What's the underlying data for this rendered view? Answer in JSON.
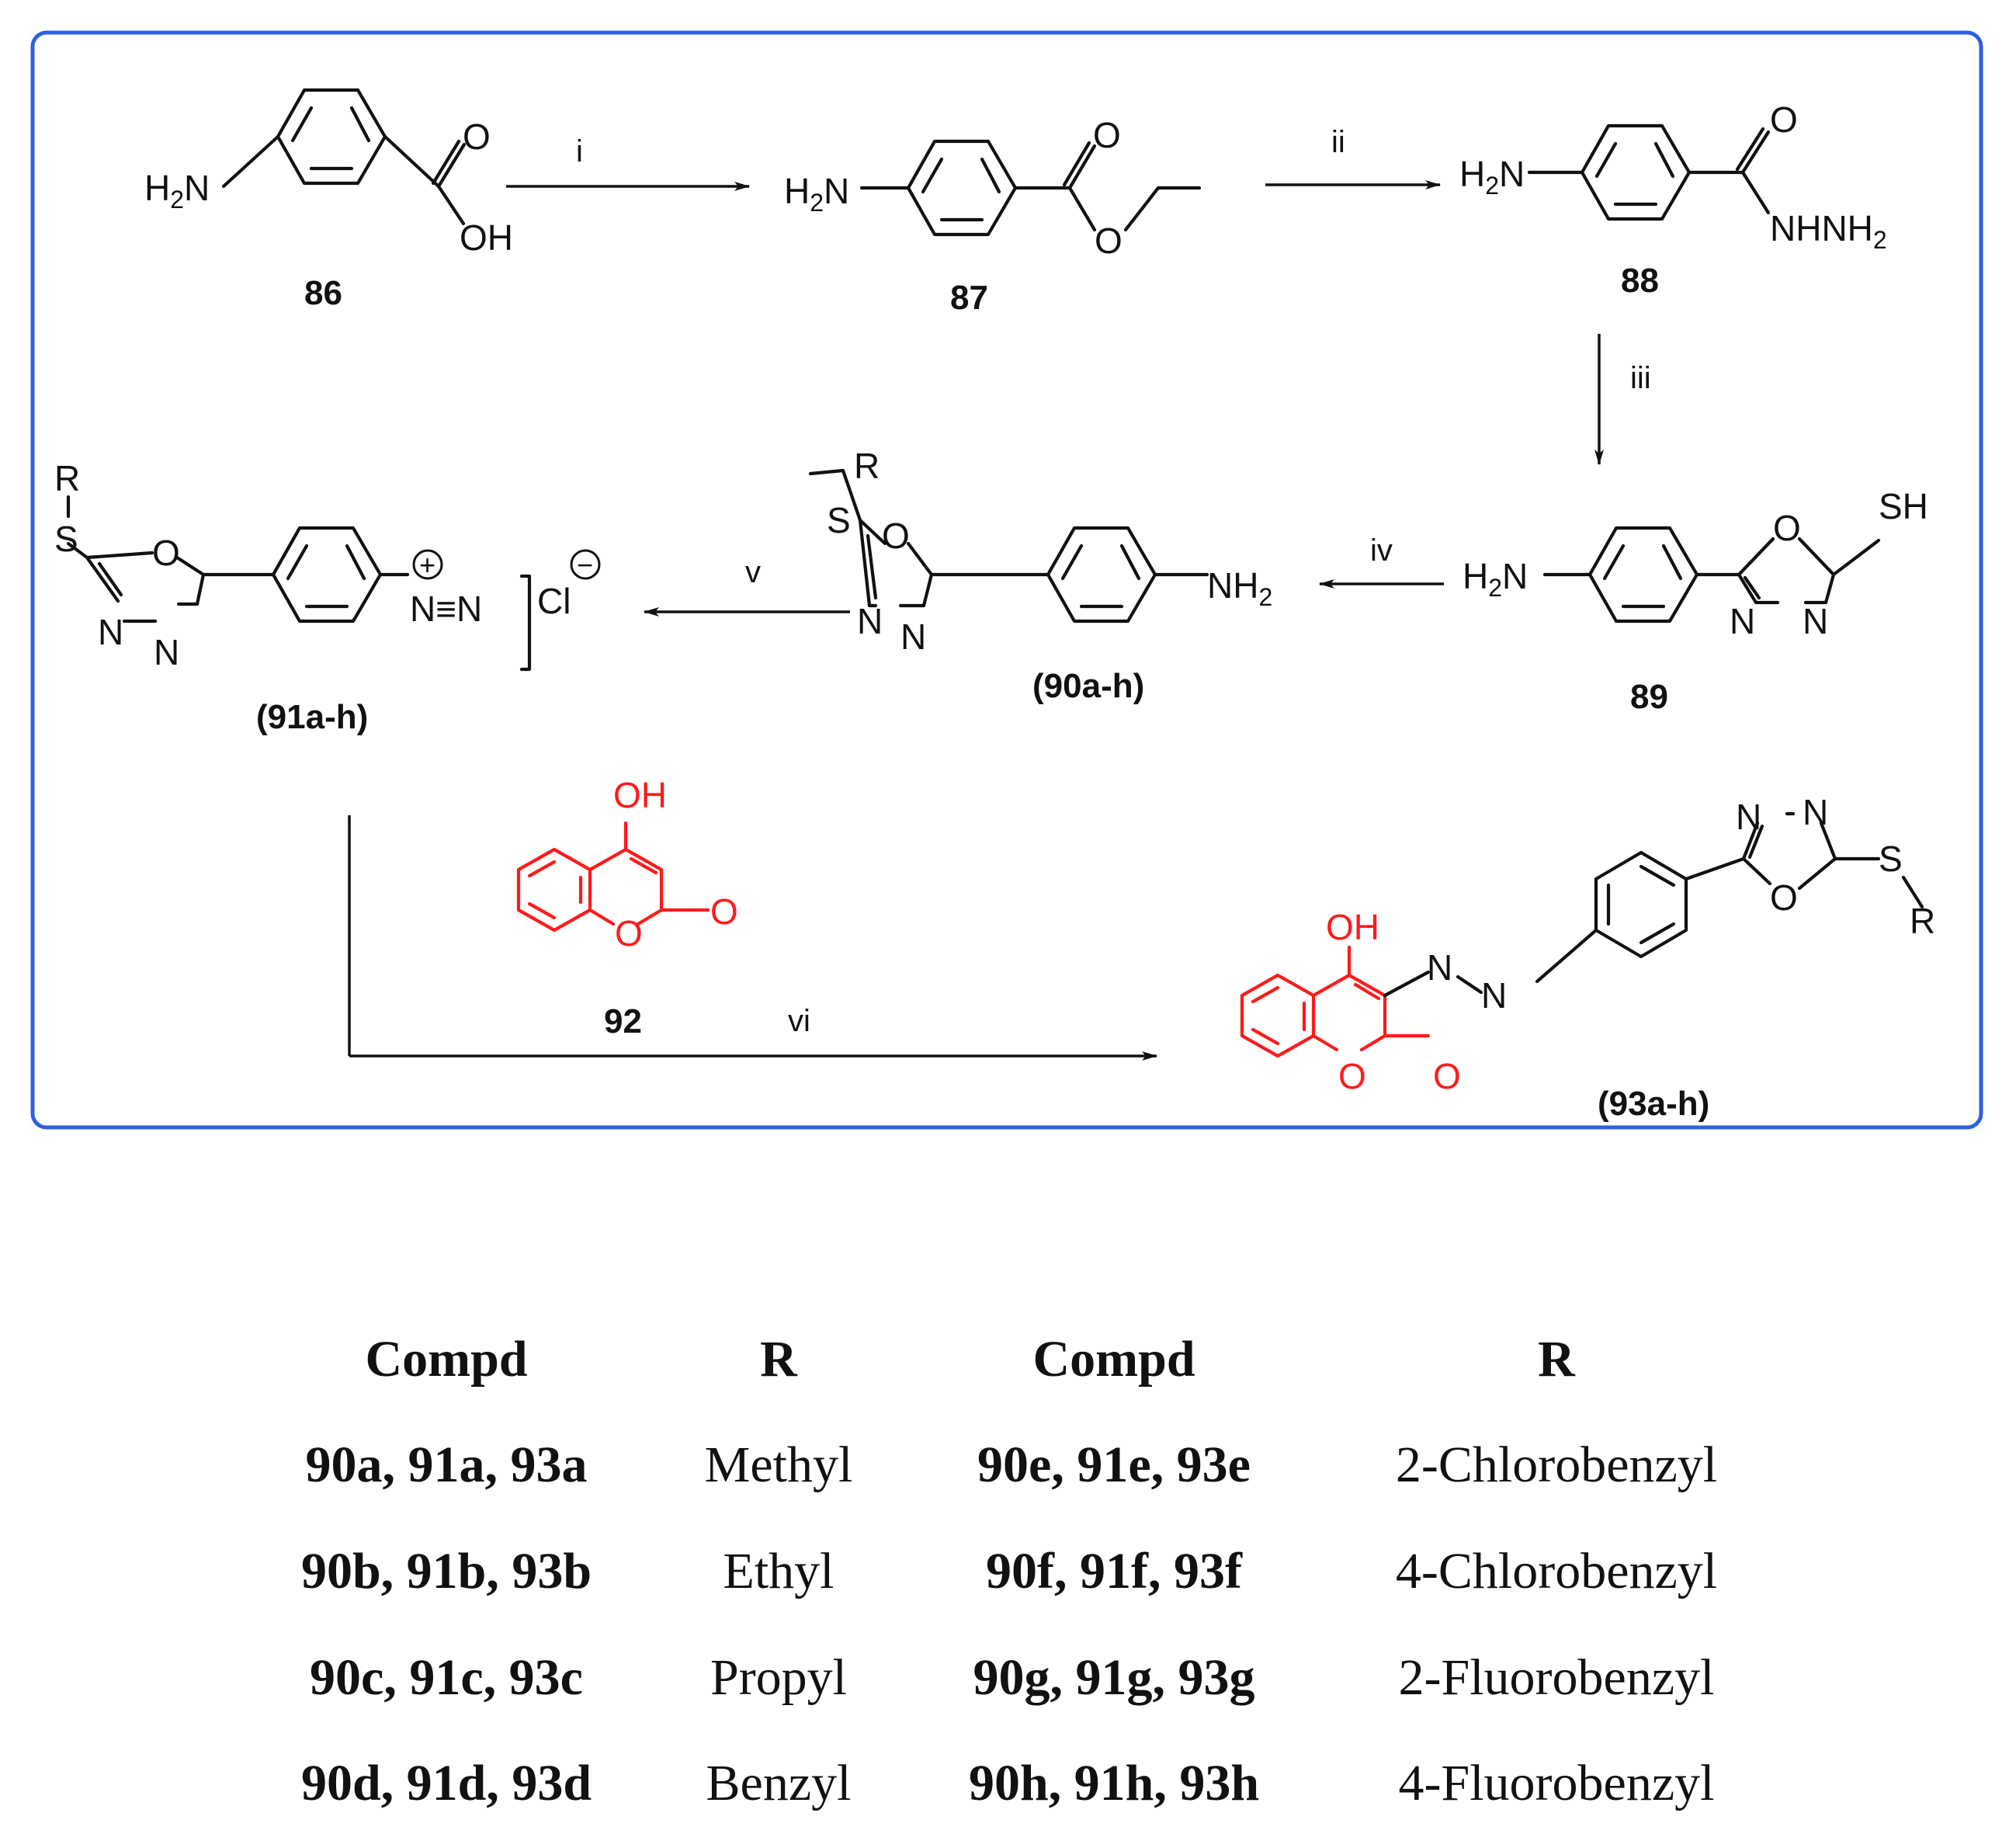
{
  "reagents": [
    "i",
    "ii",
    "iii",
    "iv",
    "v",
    "vi"
  ],
  "compounds": {
    "c86": "86",
    "c87": "87",
    "c88": "88",
    "c89": "89",
    "c90": "(90a-h)",
    "c91": "(91a-h)",
    "c92": "92",
    "c93": "(93a-h)"
  },
  "atoms": {
    "h": "H",
    "two": "2",
    "n": "N",
    "o": "O",
    "oh": "OH",
    "s": "S",
    "sh": "SH",
    "r": "R",
    "cl": "Cl",
    "nh": "NH",
    "nhnh": "NHNH",
    "nn": "N≡N",
    "plus": "+",
    "minus": "−"
  },
  "colors": {
    "frame": "#2f5fe0",
    "highlight": "#ff1a1a"
  },
  "table": {
    "headers": [
      "Compd",
      "R",
      "Compd",
      "R"
    ],
    "rows": [
      [
        "90a, 91a, 93a",
        "Methyl",
        "90e, 91e, 93e",
        "2-Chlorobenzyl"
      ],
      [
        "90b, 91b, 93b",
        "Ethyl",
        "90f, 91f, 93f",
        "4-Chlorobenzyl"
      ],
      [
        "90c, 91c, 93c",
        "Propyl",
        "90g, 91g, 93g",
        "2-Fluorobenzyl"
      ],
      [
        "90d, 91d, 93d",
        "Benzyl",
        "90h, 91h, 93h",
        "4-Fluorobenzyl"
      ]
    ]
  }
}
